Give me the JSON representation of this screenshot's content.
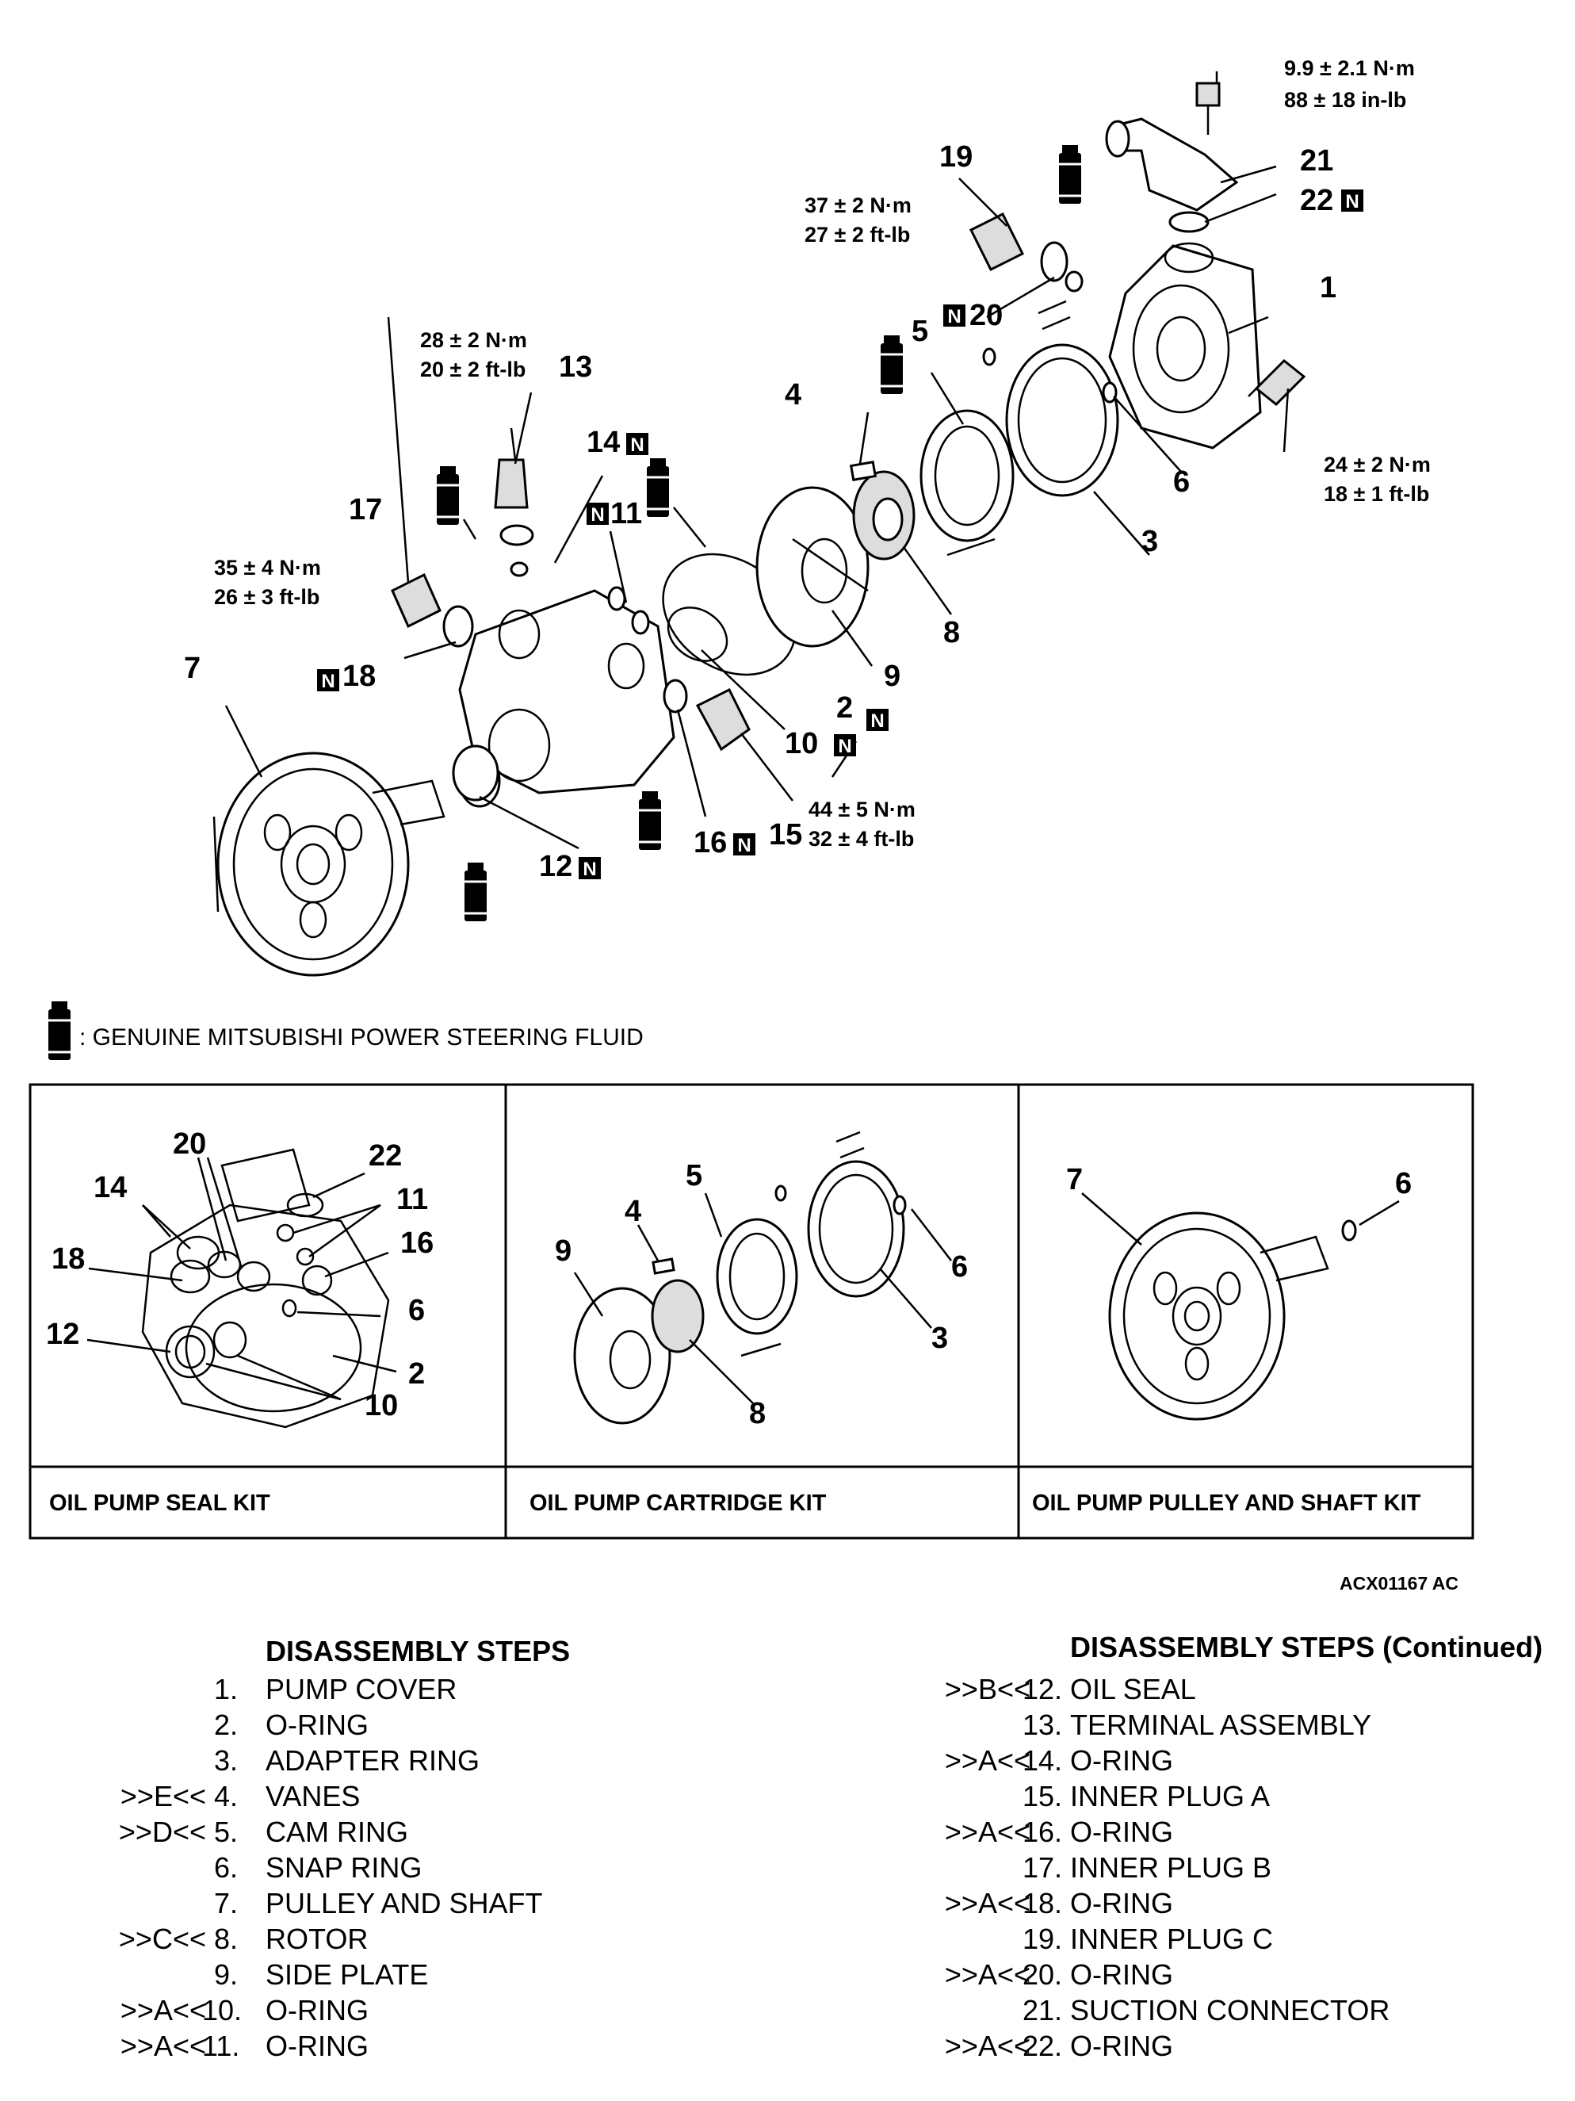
{
  "torque": {
    "t21": [
      "9.9 ± 2.1 N·m",
      "88 ± 18 in-lb"
    ],
    "t19": [
      "37 ± 2 N·m",
      "27 ± 2 ft-lb"
    ],
    "t13": [
      "28 ± 2 N·m",
      "20 ± 2 ft-lb"
    ],
    "t17": [
      "35 ± 4 N·m",
      "26 ± 3 ft-lb"
    ],
    "t1": [
      "24 ± 2 N·m",
      "18 ± 1 ft-lb"
    ],
    "t15": [
      "44 ± 5 N·m",
      "32 ± 4 ft-lb"
    ]
  },
  "callouts": {
    "c1": "1",
    "c2": "2",
    "c3": "3",
    "c4": "4",
    "c5": "5",
    "c6": "6",
    "c7": "7",
    "c8": "8",
    "c9": "9",
    "c10": "10",
    "c11": "11",
    "c12": "12",
    "c13": "13",
    "c14": "14",
    "c15": "15",
    "c16": "16",
    "c17": "17",
    "c18": "18",
    "c19": "19",
    "c20": "20",
    "c21": "21",
    "c22": "22"
  },
  "new_part_mark": "N",
  "legend": ": GENUINE MITSUBISHI POWER STEERING FLUID",
  "kits": [
    {
      "label": "OIL PUMP SEAL KIT",
      "callouts": [
        "20",
        "22",
        "14",
        "11",
        "18",
        "16",
        "6",
        "12",
        "2",
        "10"
      ]
    },
    {
      "label": "OIL PUMP CARTRIDGE KIT",
      "callouts": [
        "5",
        "4",
        "9",
        "6",
        "3",
        "8"
      ]
    },
    {
      "label": "OIL PUMP PULLEY AND SHAFT KIT",
      "callouts": [
        "7",
        "6"
      ]
    }
  ],
  "figure_id": "ACX01167 AC",
  "steps_left": {
    "title": "DISASSEMBLY STEPS",
    "items": [
      {
        "ref": "",
        "num": "1.",
        "name": "PUMP COVER"
      },
      {
        "ref": "",
        "num": "2.",
        "name": "O-RING"
      },
      {
        "ref": "",
        "num": "3.",
        "name": "ADAPTER RING"
      },
      {
        "ref": ">>E<<",
        "num": "4.",
        "name": "VANES"
      },
      {
        "ref": ">>D<<",
        "num": "5.",
        "name": "CAM RING"
      },
      {
        "ref": "",
        "num": "6.",
        "name": "SNAP RING"
      },
      {
        "ref": "",
        "num": "7.",
        "name": "PULLEY AND SHAFT"
      },
      {
        "ref": ">>C<<",
        "num": "8.",
        "name": "ROTOR"
      },
      {
        "ref": "",
        "num": "9.",
        "name": "SIDE PLATE"
      },
      {
        "ref": ">>A<<",
        "num": "10.",
        "name": "O-RING"
      },
      {
        "ref": ">>A<<",
        "num": "11.",
        "name": "O-RING"
      }
    ]
  },
  "steps_right": {
    "title": "DISASSEMBLY STEPS (Continued)",
    "items": [
      {
        "ref": ">>B<<",
        "num": "12.",
        "name": "OIL SEAL"
      },
      {
        "ref": "",
        "num": "13.",
        "name": "TERMINAL ASSEMBLY"
      },
      {
        "ref": ">>A<<",
        "num": "14.",
        "name": "O-RING"
      },
      {
        "ref": "",
        "num": "15.",
        "name": "INNER PLUG A"
      },
      {
        "ref": ">>A<<",
        "num": "16.",
        "name": "O-RING"
      },
      {
        "ref": "",
        "num": "17.",
        "name": "INNER PLUG B"
      },
      {
        "ref": ">>A<<",
        "num": "18.",
        "name": "O-RING"
      },
      {
        "ref": "",
        "num": "19.",
        "name": "INNER PLUG C"
      },
      {
        "ref": ">>A<<",
        "num": "20.",
        "name": "O-RING"
      },
      {
        "ref": "",
        "num": "21.",
        "name": "SUCTION CONNECTOR"
      },
      {
        "ref": ">>A<<",
        "num": "22.",
        "name": "O-RING"
      }
    ]
  }
}
